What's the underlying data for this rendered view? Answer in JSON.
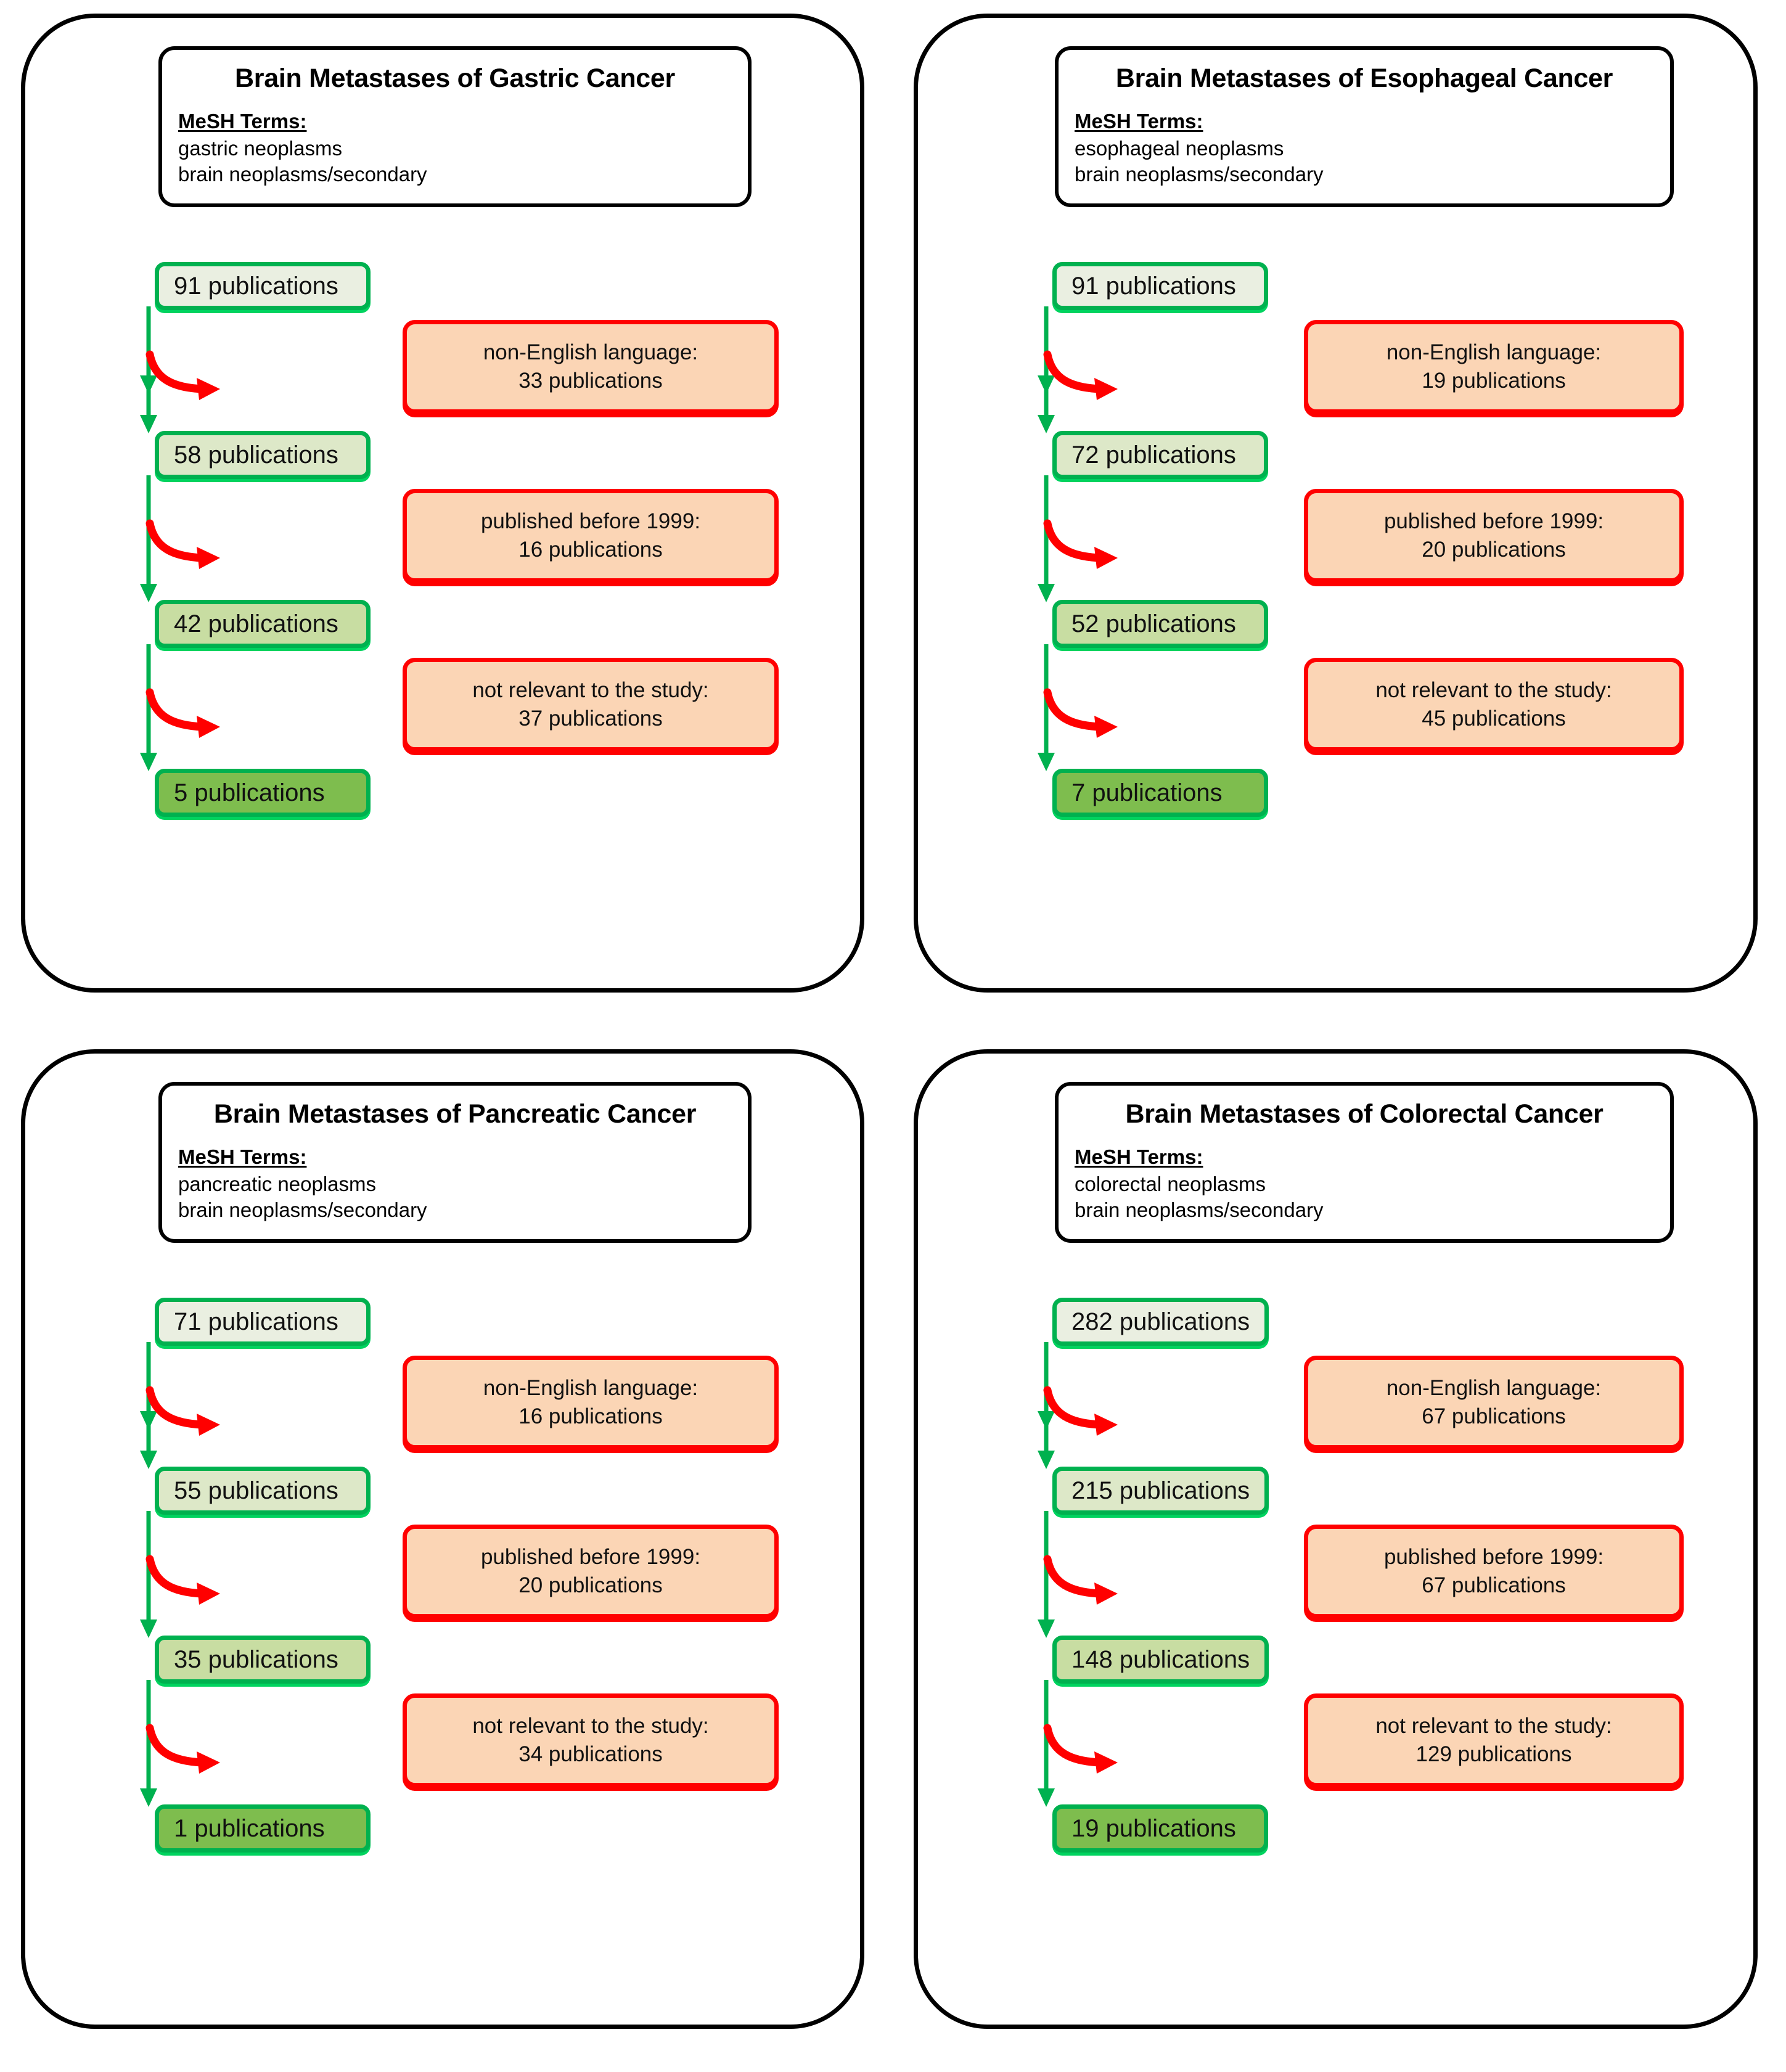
{
  "colors": {
    "green_border": "#00B14F",
    "green_shadow": "#00D35F",
    "red_border": "#FF0000",
    "orange_fill": "#FBD5B5",
    "stage_fills": [
      "#EAEFE1",
      "#DDE8C8",
      "#C8DDA2",
      "#7EBD4E"
    ],
    "outline": "#000000"
  },
  "mesh_label": "MeSH Terms:",
  "panels": [
    {
      "title": "Brain Metastases of Gastric Cancer",
      "mesh_terms": [
        "gastric neoplasms",
        "brain neoplasms/secondary"
      ],
      "counts": [
        "91 publications",
        "58 publications",
        "42 publications",
        "5 publications"
      ],
      "exclusions": [
        {
          "reason": "non-English language:",
          "count": "33 publications"
        },
        {
          "reason": "published before 1999:",
          "count": "16 publications"
        },
        {
          "reason": "not relevant to the study:",
          "count": "37 publications"
        }
      ]
    },
    {
      "title": "Brain Metastases of Esophageal Cancer",
      "mesh_terms": [
        "esophageal neoplasms",
        "brain neoplasms/secondary"
      ],
      "counts": [
        "91 publications",
        "72 publications",
        "52 publications",
        "7 publications"
      ],
      "exclusions": [
        {
          "reason": "non-English language:",
          "count": "19 publications"
        },
        {
          "reason": "published before 1999:",
          "count": "20 publications"
        },
        {
          "reason": "not relevant to the study:",
          "count": "45 publications"
        }
      ]
    },
    {
      "title": "Brain Metastases of Pancreatic Cancer",
      "mesh_terms": [
        "pancreatic neoplasms",
        "brain neoplasms/secondary"
      ],
      "counts": [
        "71 publications",
        "55 publications",
        "35 publications",
        "1 publications"
      ],
      "exclusions": [
        {
          "reason": "non-English language:",
          "count": "16 publications"
        },
        {
          "reason": "published before 1999:",
          "count": "20 publications"
        },
        {
          "reason": "not relevant to the study:",
          "count": "34 publications"
        }
      ]
    },
    {
      "title": "Brain Metastases of Colorectal Cancer",
      "mesh_terms": [
        "colorectal neoplasms",
        "brain neoplasms/secondary"
      ],
      "counts": [
        "282 publications",
        "215 publications",
        "148 publications",
        "19 publications"
      ],
      "exclusions": [
        {
          "reason": "non-English language:",
          "count": "67 publications"
        },
        {
          "reason": "published before 1999:",
          "count": "67 publications"
        },
        {
          "reason": "not relevant to the study:",
          "count": "129 publications"
        }
      ]
    }
  ]
}
